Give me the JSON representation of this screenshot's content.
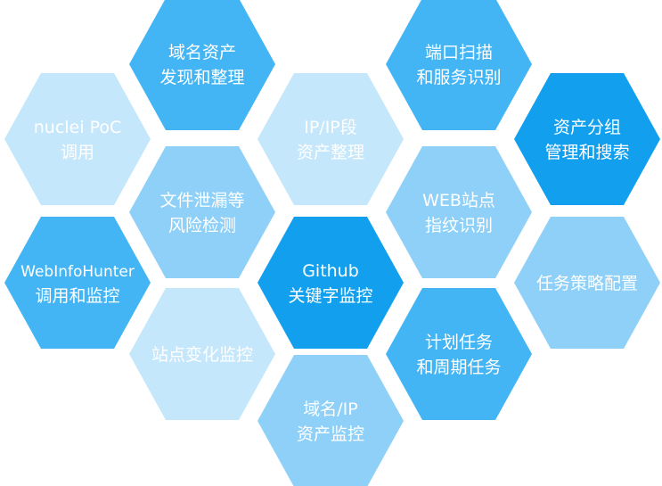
{
  "palette": {
    "deep": "#12a0ee",
    "mid": "#44b5f4",
    "light": "#8ed0f8",
    "pale": "#c5e7fb"
  },
  "hexes": [
    {
      "id": "domain-asset-discovery",
      "shade": "mid",
      "lines": [
        "域名资产",
        "发现和整理"
      ]
    },
    {
      "id": "port-service-identify",
      "shade": "mid",
      "lines": [
        "端口扫描",
        "和服务识别"
      ]
    },
    {
      "id": "nuclei-poc",
      "shade": "pale",
      "lines": [
        "nuclei PoC",
        "调用"
      ]
    },
    {
      "id": "ip-asset-organize",
      "shade": "pale",
      "lines": [
        "IP/IP段",
        "资产整理"
      ]
    },
    {
      "id": "asset-group-manage",
      "shade": "deep",
      "lines": [
        "资产分组",
        "管理和搜索"
      ]
    },
    {
      "id": "file-leak-detect",
      "shade": "light",
      "lines": [
        "文件泄漏等",
        "风险检测"
      ]
    },
    {
      "id": "web-fingerprint",
      "shade": "light",
      "lines": [
        "WEB站点",
        "指纹识别"
      ]
    },
    {
      "id": "webinfohunter",
      "shade": "mid",
      "lines": [
        "WebInfoHunter",
        "调用和监控"
      ]
    },
    {
      "id": "github-keyword-monitor",
      "shade": "deep",
      "lines": [
        "Github",
        "关键字监控"
      ]
    },
    {
      "id": "task-strategy-config",
      "shade": "light",
      "lines": [
        "任务策略配置"
      ]
    },
    {
      "id": "site-change-monitor",
      "shade": "pale",
      "lines": [
        "站点变化监控"
      ]
    },
    {
      "id": "scheduled-tasks",
      "shade": "mid",
      "lines": [
        "计划任务",
        "和周期任务"
      ]
    },
    {
      "id": "domain-ip-monitor",
      "shade": "light",
      "lines": [
        "域名/IP",
        "资产监控"
      ]
    }
  ]
}
